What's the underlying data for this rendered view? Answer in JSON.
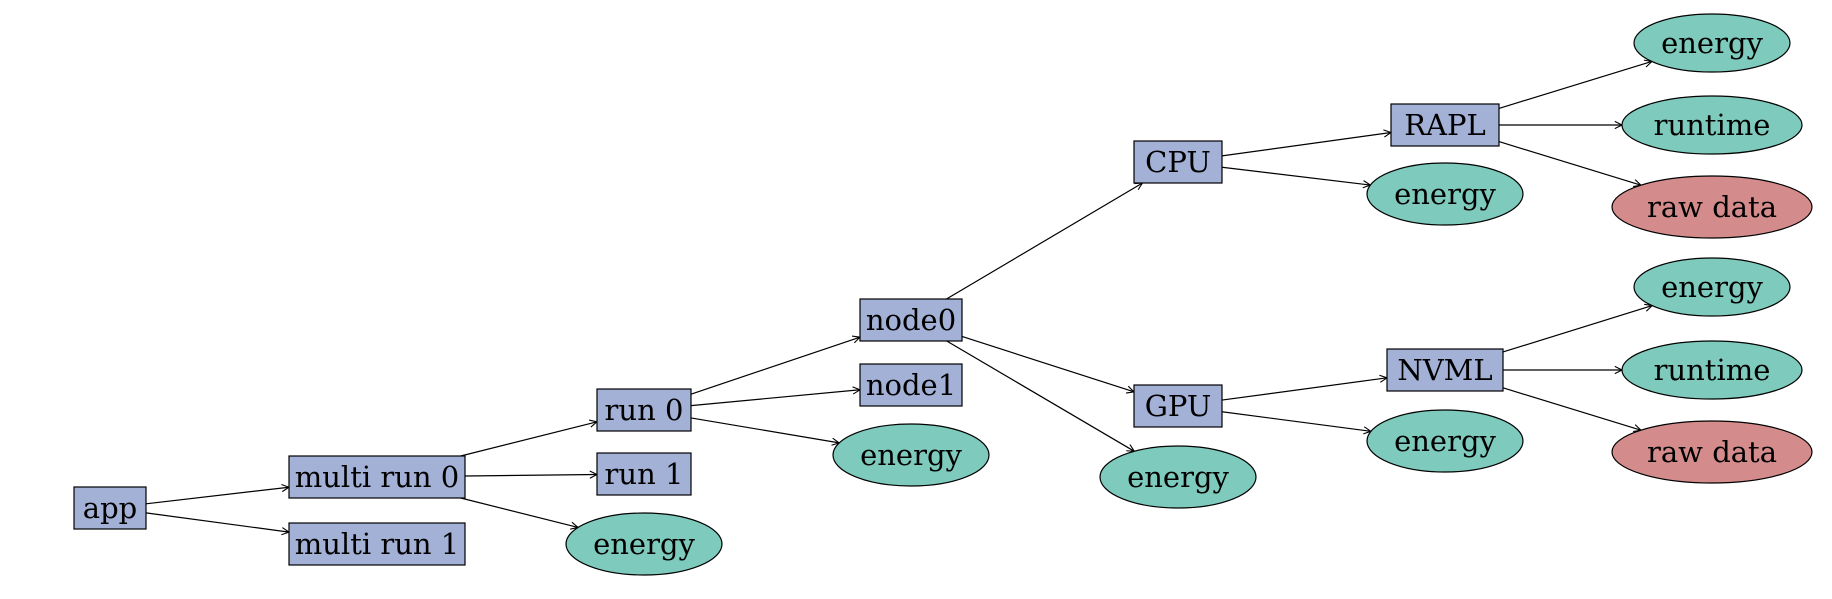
{
  "colors": {
    "container": "#a3b1d6",
    "measurement": "#7ecbbd",
    "raw": "#d38c8b"
  },
  "nodes": [
    {
      "id": "app",
      "label": "app",
      "kind": "container"
    },
    {
      "id": "mr0",
      "label": "multi run 0",
      "kind": "container"
    },
    {
      "id": "mr1",
      "label": "multi run 1",
      "kind": "container"
    },
    {
      "id": "e_mr0",
      "label": "energy",
      "kind": "measurement"
    },
    {
      "id": "run0",
      "label": "run 0",
      "kind": "container"
    },
    {
      "id": "run1",
      "label": "run 1",
      "kind": "container"
    },
    {
      "id": "node0",
      "label": "node0",
      "kind": "container"
    },
    {
      "id": "node1",
      "label": "node1",
      "kind": "container"
    },
    {
      "id": "e_run0",
      "label": "energy",
      "kind": "measurement"
    },
    {
      "id": "cpu",
      "label": "CPU",
      "kind": "container"
    },
    {
      "id": "gpu",
      "label": "GPU",
      "kind": "container"
    },
    {
      "id": "e_node0",
      "label": "energy",
      "kind": "measurement"
    },
    {
      "id": "rapl",
      "label": "RAPL",
      "kind": "container"
    },
    {
      "id": "e_cpu",
      "label": "energy",
      "kind": "measurement"
    },
    {
      "id": "nvml",
      "label": "NVML",
      "kind": "container"
    },
    {
      "id": "e_gpu",
      "label": "energy",
      "kind": "measurement"
    },
    {
      "id": "rapl_energy",
      "label": "energy",
      "kind": "measurement"
    },
    {
      "id": "rapl_runtime",
      "label": "runtime",
      "kind": "measurement"
    },
    {
      "id": "rapl_raw",
      "label": "raw data",
      "kind": "raw"
    },
    {
      "id": "nvml_energy",
      "label": "energy",
      "kind": "measurement"
    },
    {
      "id": "nvml_runtime",
      "label": "runtime",
      "kind": "measurement"
    },
    {
      "id": "nvml_raw",
      "label": "raw data",
      "kind": "raw"
    }
  ],
  "edges": [
    {
      "from": "app",
      "to": "mr0"
    },
    {
      "from": "app",
      "to": "mr1"
    },
    {
      "from": "mr0",
      "to": "run0"
    },
    {
      "from": "mr0",
      "to": "run1"
    },
    {
      "from": "mr0",
      "to": "e_mr0"
    },
    {
      "from": "run0",
      "to": "node0"
    },
    {
      "from": "run0",
      "to": "node1"
    },
    {
      "from": "run0",
      "to": "e_run0"
    },
    {
      "from": "node0",
      "to": "cpu"
    },
    {
      "from": "node0",
      "to": "gpu"
    },
    {
      "from": "node0",
      "to": "e_node0"
    },
    {
      "from": "cpu",
      "to": "rapl"
    },
    {
      "from": "cpu",
      "to": "e_cpu"
    },
    {
      "from": "gpu",
      "to": "nvml"
    },
    {
      "from": "gpu",
      "to": "e_gpu"
    },
    {
      "from": "rapl",
      "to": "rapl_energy"
    },
    {
      "from": "rapl",
      "to": "rapl_runtime"
    },
    {
      "from": "rapl",
      "to": "rapl_raw"
    },
    {
      "from": "nvml",
      "to": "nvml_energy"
    },
    {
      "from": "nvml",
      "to": "nvml_runtime"
    },
    {
      "from": "nvml",
      "to": "nvml_raw"
    }
  ]
}
